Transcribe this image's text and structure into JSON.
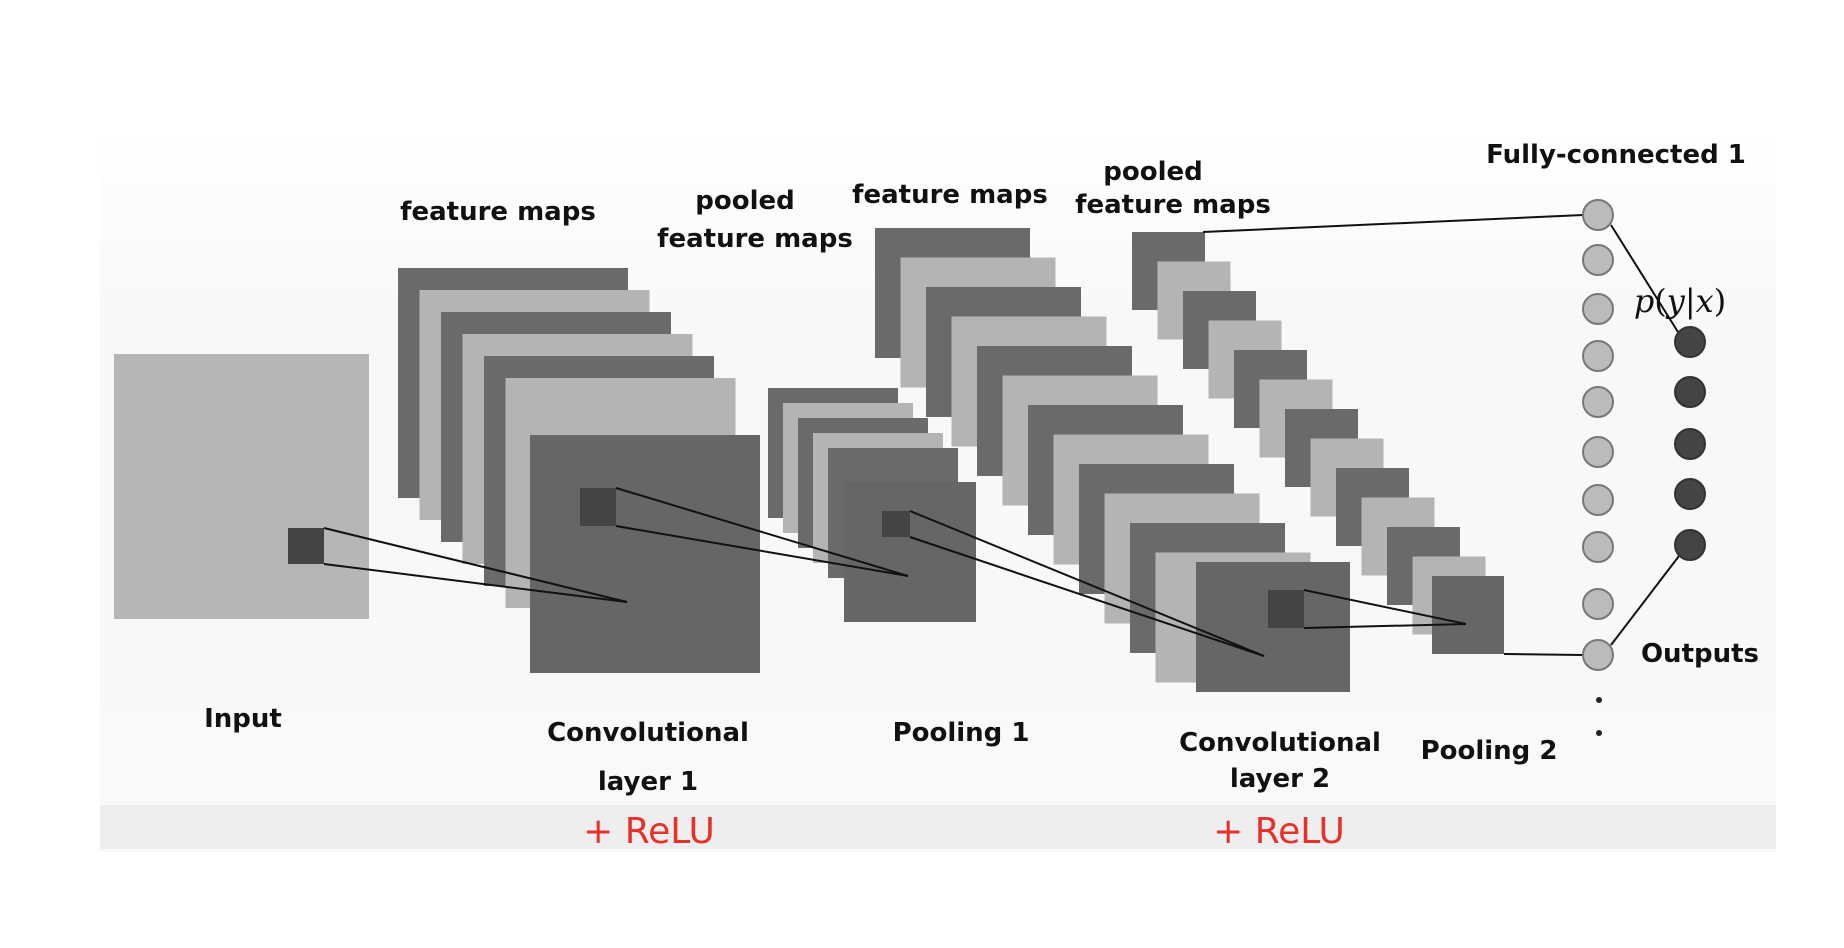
{
  "labels": {
    "input": "Input",
    "feature_maps_1": "feature maps",
    "pooled_1_line1": "pooled",
    "pooled_1_line2": "feature maps",
    "feature_maps_2": "feature maps",
    "pooled_2_line1": "pooled",
    "pooled_2_line2": "feature maps",
    "fully_connected": "Fully-connected 1",
    "conv1_line1": "Convolutional",
    "conv1_line2": "layer 1",
    "pooling1": "Pooling 1",
    "conv2_line1": "Convolutional",
    "conv2_line2": "layer 2",
    "pooling2": "Pooling 2",
    "outputs": "Outputs",
    "relu_1": "+ ReLU",
    "relu_2": "+ ReLU"
  },
  "probability": {
    "p": "p",
    "open": "(",
    "y": "y",
    "bar": "|",
    "x": "x",
    "close": ")"
  },
  "counts": {
    "fc_nodes_visible": 10,
    "output_nodes": 5
  },
  "colors": {
    "light_map": "#b4b4b4",
    "dark_map": "#6a6a6a",
    "front_map": "#666666",
    "input": "#b6b6b6",
    "receptive_field": "#444444",
    "fc_node": "#bbbbbb",
    "output_node": "#444444",
    "relu": "#e8302a",
    "band": "#eeeeee"
  }
}
